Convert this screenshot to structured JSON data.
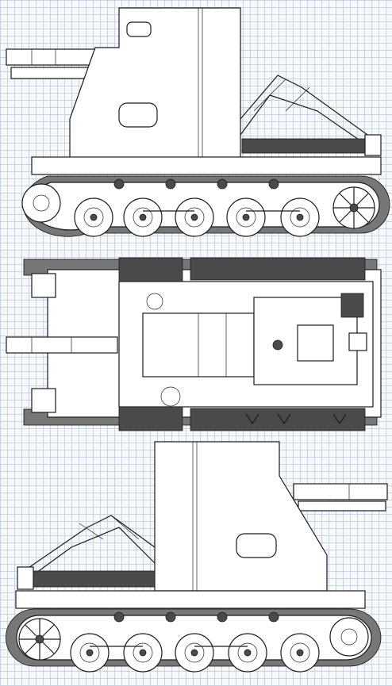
{
  "drawing": {
    "subject": "",
    "views": [
      "side-view-right",
      "top-view",
      "side-view-left"
    ]
  },
  "colors": {
    "grid": "#c9d3e2",
    "paper": "#f7f8fa",
    "ink": "#1b1b1b",
    "shade": "#4a4a4a"
  }
}
